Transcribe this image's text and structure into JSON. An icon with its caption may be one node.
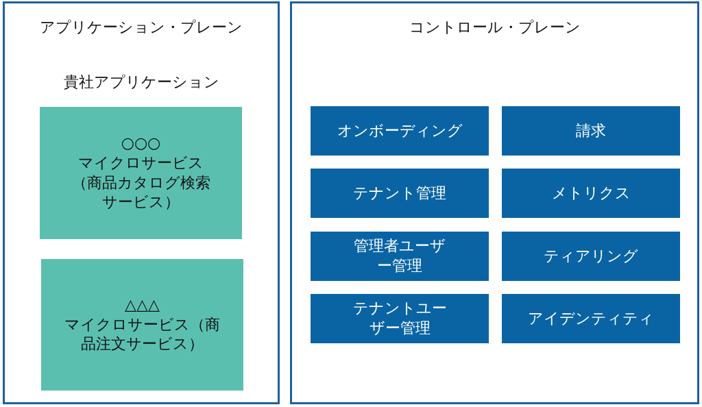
{
  "diagram": {
    "nodes": [
      {
        "text": [
          "アプリケーション・プレーン",
          "貴社アプリケーション"
        ]
      },
      {
        "text": [
          "○○○",
          "マイクロサービス（商品カタログ検索サービス）"
        ],
        "in": 0
      },
      {
        "text": [
          "△△△",
          "マイクロサービス（商品注文サービス）"
        ],
        "in": 0
      },
      {
        "text": [
          "コントロール・プレーン"
        ]
      },
      {
        "text": [
          "オンボーディング"
        ],
        "in": 3
      },
      {
        "text": [
          "請求"
        ],
        "in": 3
      },
      {
        "text": [
          "テナント管理"
        ],
        "in": 3
      },
      {
        "text": [
          "メトリクス"
        ],
        "in": 3
      },
      {
        "text": [
          "管理者ユーザー管理"
        ],
        "in": 3
      },
      {
        "text": [
          "ティアリング"
        ],
        "in": 3
      },
      {
        "text": [
          "テナントユーザー管理"
        ],
        "in": 3
      },
      {
        "text": [
          "アイデンティティ"
        ],
        "in": 3
      }
    ]
  }
}
